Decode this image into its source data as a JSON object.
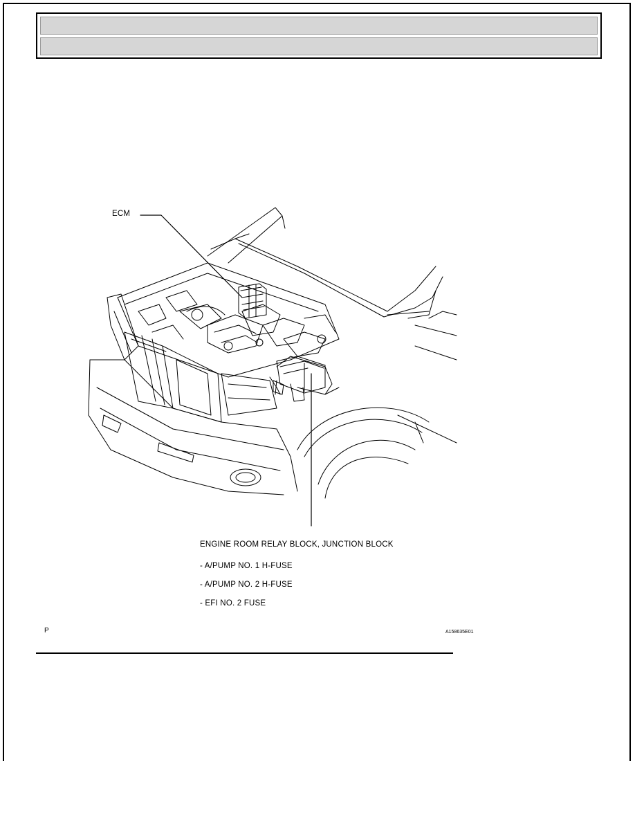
{
  "header": {
    "row1": "",
    "row2": ""
  },
  "figure": {
    "ecm_label": "ECM",
    "relay_block_label": "ENGINE ROOM RELAY BLOCK, JUNCTION BLOCK",
    "items": [
      "- A/PUMP NO. 1 H-FUSE",
      "- A/PUMP NO. 2 H-FUSE",
      "- EFI NO. 2 FUSE"
    ],
    "corner_mark": "P",
    "figure_code": "A158635E01"
  }
}
